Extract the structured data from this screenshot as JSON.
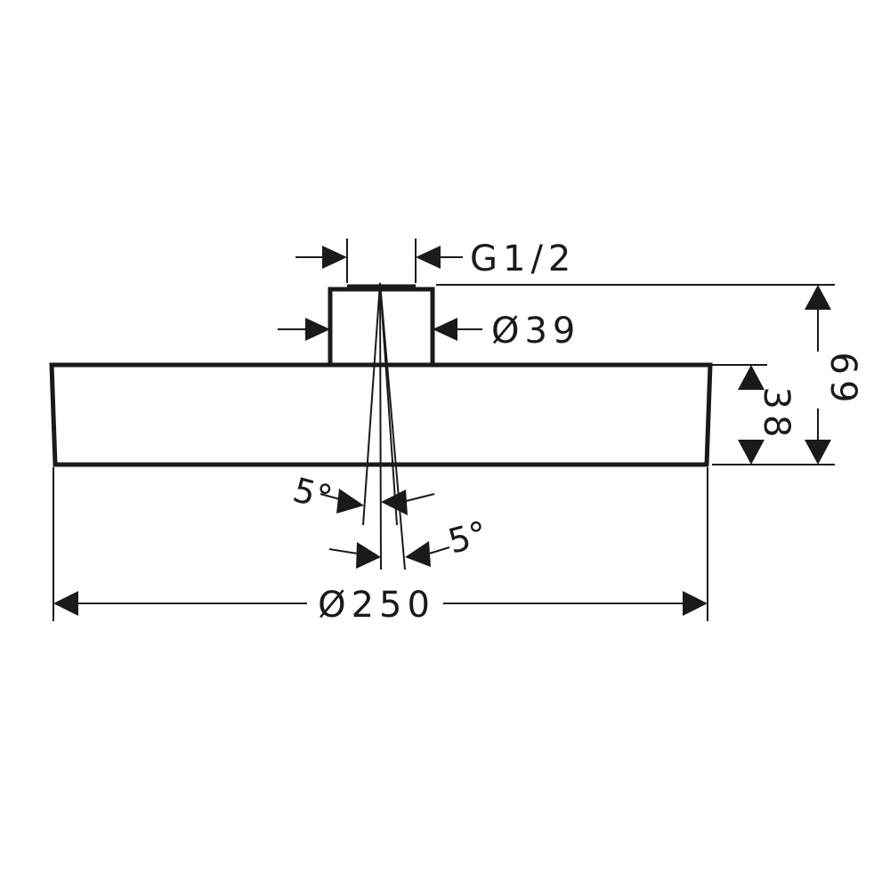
{
  "dimensions": {
    "thread": "G1/2",
    "stem_diameter": "Ø39",
    "head_diameter": "Ø250",
    "head_height": "38",
    "total_height": "69",
    "angle_left": "5°",
    "angle_right": "5°"
  },
  "colors": {
    "line": "#1a1a1a",
    "background": "#ffffff"
  }
}
